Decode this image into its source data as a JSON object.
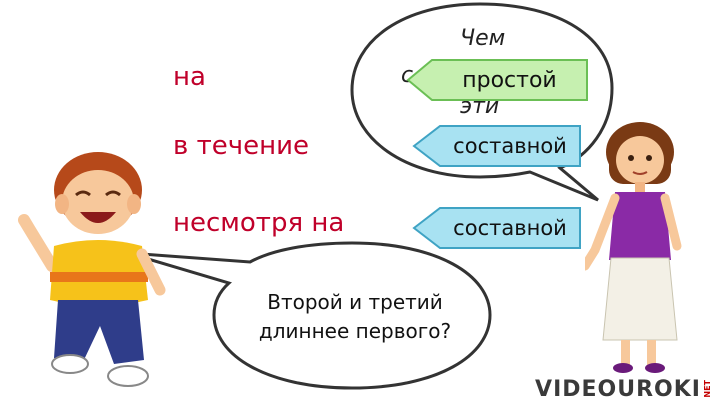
{
  "words": {
    "w1": "на",
    "w2": "в течение",
    "w3": "несмотря на"
  },
  "top_bubble": {
    "line1": "Чем",
    "line2_fragment": "с",
    "line3": "эти"
  },
  "tags": {
    "simple": "простой",
    "compound1": "составной",
    "compound2": "составной"
  },
  "bottom_bubble": {
    "line1": "Второй и третий",
    "line2": "длиннее первого?"
  },
  "logo": {
    "text": "VIDEOUROKI",
    "suffix": "NET"
  },
  "colors": {
    "word_red": "#c0002a",
    "tag_green": "#c6f0b0",
    "tag_blue": "#a8e2f2"
  }
}
